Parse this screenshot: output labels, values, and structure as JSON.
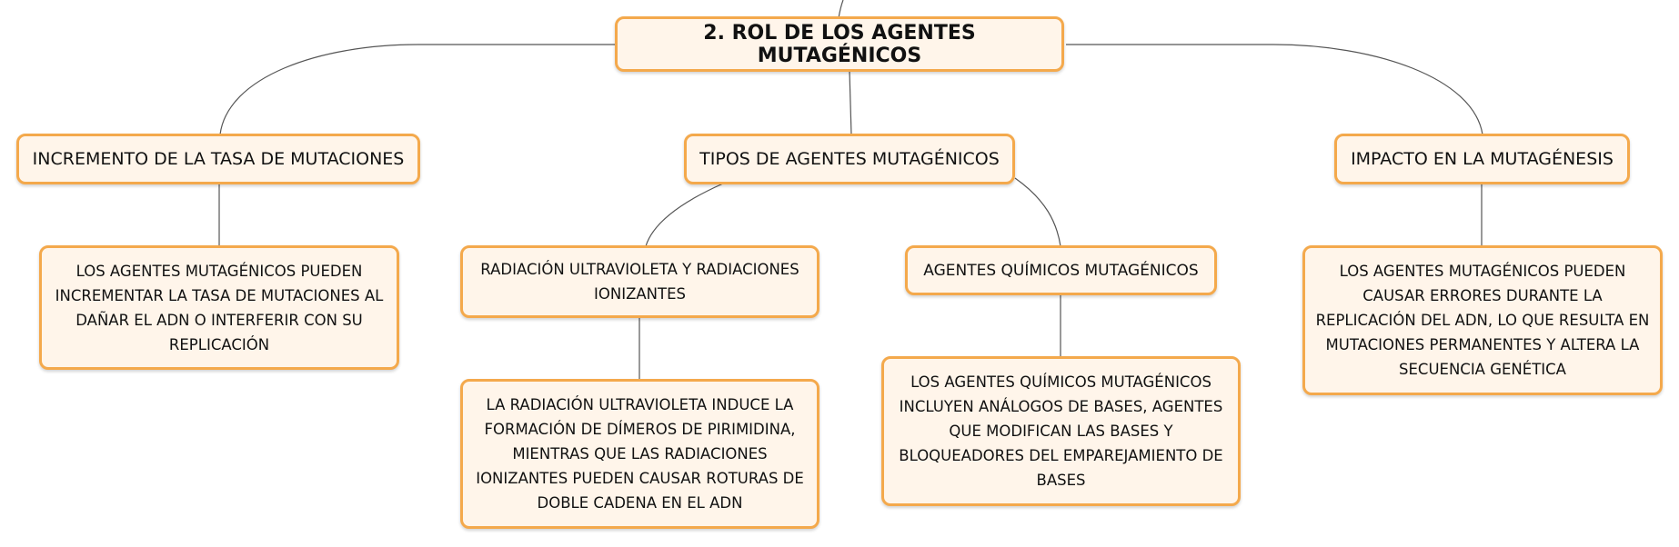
{
  "root": {
    "title": "2. ROL DE LOS AGENTES MUTAGÉNICOS"
  },
  "branches": {
    "incremento": {
      "title": "INCREMENTO DE LA TASA DE MUTACIONES",
      "detail": "LOS AGENTES MUTAGÉNICOS PUEDEN INCREMENTAR LA TASA DE MUTACIONES AL DAÑAR EL ADN O INTERFERIR CON SU REPLICACIÓN"
    },
    "tipos": {
      "title": "TIPOS DE AGENTES MUTAGÉNICOS",
      "radiacion": {
        "title": "RADIACIÓN ULTRAVIOLETA Y RADIACIONES IONIZANTES",
        "detail": "LA RADIACIÓN ULTRAVIOLETA INDUCE LA FORMACIÓN DE DÍMEROS DE PIRIMIDINA, MIENTRAS QUE LAS RADIACIONES IONIZANTES PUEDEN CAUSAR ROTURAS DE DOBLE CADENA EN EL ADN"
      },
      "quimicos": {
        "title": "AGENTES QUÍMICOS MUTAGÉNICOS",
        "detail": "LOS AGENTES QUÍMICOS MUTAGÉNICOS INCLUYEN ANÁLOGOS DE BASES, AGENTES QUE MODIFICAN LAS BASES Y BLOQUEADORES DEL EMPAREJAMIENTO DE BASES"
      }
    },
    "impacto": {
      "title": "IMPACTO EN LA MUTAGÉNESIS",
      "detail": "LOS AGENTES MUTAGÉNICOS PUEDEN CAUSAR ERRORES DURANTE LA REPLICACIÓN DEL ADN, LO QUE RESULTA EN MUTACIONES PERMANENTES Y ALTERA LA SECUENCIA GENÉTICA"
    }
  },
  "colors": {
    "node_fill": "#fff5ea",
    "node_border": "#f4a94c",
    "connector": "#555555"
  }
}
